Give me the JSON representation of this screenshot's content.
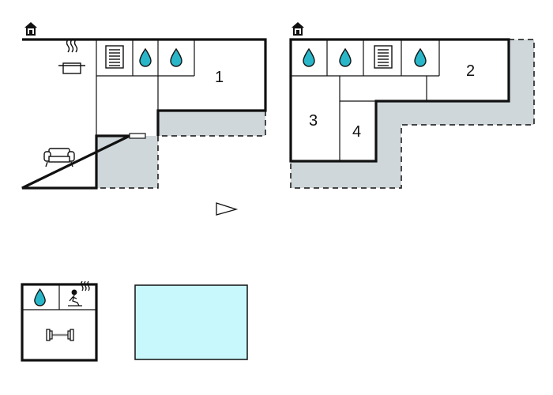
{
  "floorplan": {
    "rooms": [
      {
        "id": "room-1",
        "label": "1"
      },
      {
        "id": "room-2",
        "label": "2"
      },
      {
        "id": "room-3",
        "label": "3"
      },
      {
        "id": "room-4",
        "label": "4"
      }
    ],
    "icons": {
      "entrance": "house-entrance-icon",
      "kitchen": "cooking-pot-icon",
      "living": "sofa-icon",
      "bathroom": "water-drop-icon",
      "storage": "closet-icon",
      "sauna": "sauna-icon",
      "fitness": "dumbbell-icon",
      "compass": "north-arrow-icon"
    },
    "colors": {
      "wall": "#111111",
      "terrace": "#d0d7da",
      "pool": "#c8f8fc"
    }
  }
}
